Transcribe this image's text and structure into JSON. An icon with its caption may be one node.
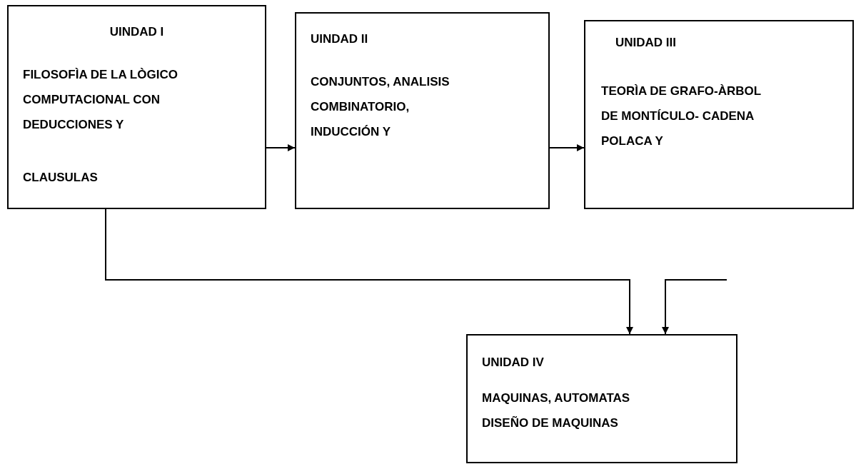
{
  "diagram": {
    "nodes": [
      {
        "text": [
          "UINDAD I",
          "FILOSOFÌA DE LA LÒGICO COMPUTACIONAL CON DEDUCCIONES Y",
          "CLAUSULAS"
        ]
      },
      {
        "text": [
          "UINDAD II",
          "CONJUNTOS, ANALISIS COMBINATORIO, INDUCCIÓN Y"
        ]
      },
      {
        "text": [
          "UNIDAD III",
          "TEORÌA DE GRAFO-ÀRBOL DE MONTÍCULO- CADENA POLACA Y"
        ]
      },
      {
        "text": [
          "UNIDAD IV",
          "MAQUINAS, AUTOMATAS DISEÑO DE MAQUINAS"
        ]
      }
    ],
    "edges": [
      {
        "from": 0,
        "to": 1,
        "arrow": "to"
      },
      {
        "from": 1,
        "to": 2,
        "arrow": "to"
      },
      {
        "from": 0,
        "to": 3,
        "arrow": "to"
      },
      {
        "from": null,
        "to": 3,
        "arrow": "to"
      }
    ]
  }
}
